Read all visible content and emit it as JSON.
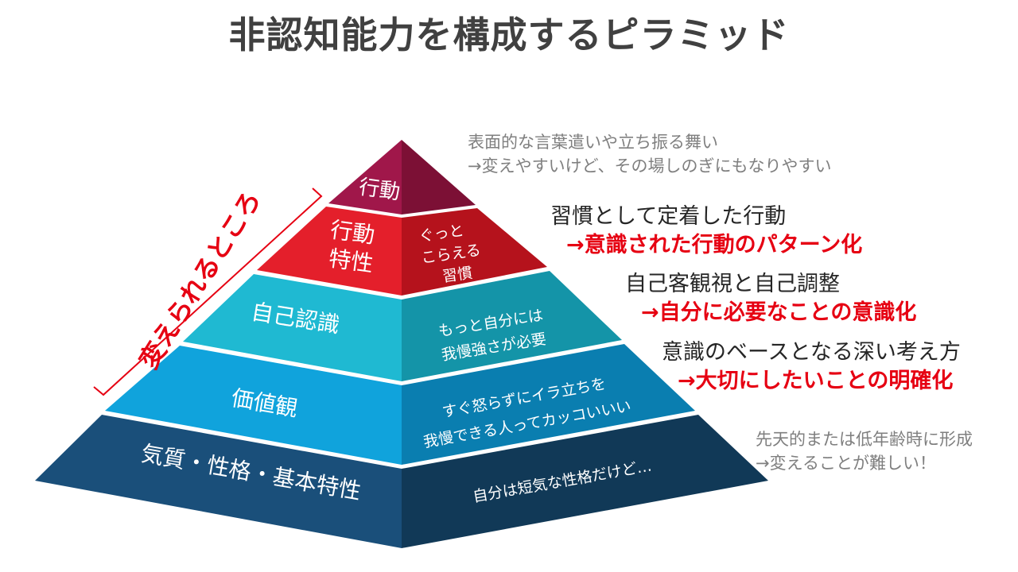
{
  "title": "非認知能力を構成するピラミッド",
  "layers": [
    {
      "name": "行動",
      "note": ""
    },
    {
      "name_line1": "行動",
      "name_line2": "特性",
      "note_line1": "ぐっと",
      "note_line2": "こらえる",
      "note_line3": "習慣"
    },
    {
      "name": "自己認識",
      "note_line1": "もっと自分には",
      "note_line2": "我慢強さが必要"
    },
    {
      "name": "価値観",
      "note_line1": "すぐ怒らずにイラ立ちを",
      "note_line2": "我慢できる人ってカッコいいい"
    },
    {
      "name": "気質・性格・基本特性",
      "note": "自分は短気な性格だけど…"
    }
  ],
  "bracket_label": "変えられるところ",
  "annotations": {
    "top_line1": "表面的な言葉遣いや立ち振る舞い",
    "top_line2": "→変えやすいけど、その場しのぎにもなりやすい",
    "habit_line1": "習慣として定着した行動",
    "habit_line2": "→意識された行動のパターン化",
    "self_line1": "自己客観視と自己調整",
    "self_line2": "→自分に必要なことの意識化",
    "value_line1": "意識のベースとなる深い考え方",
    "value_line2": "→大切にしたいことの明確化",
    "base_line1": "先天的または低年齢時に形成",
    "base_line2": "→変えることが難しい！"
  },
  "colors": {
    "layer1": [
      "#a0174a",
      "#7c1035"
    ],
    "layer2": [
      "#e41f2b",
      "#b5121c"
    ],
    "layer3": [
      "#1fb9d2",
      "#1494a8"
    ],
    "layer4": [
      "#10a3dc",
      "#0a7eb0"
    ],
    "layer5": [
      "#1a4f7a",
      "#113957"
    ],
    "accent": "#e60012"
  }
}
